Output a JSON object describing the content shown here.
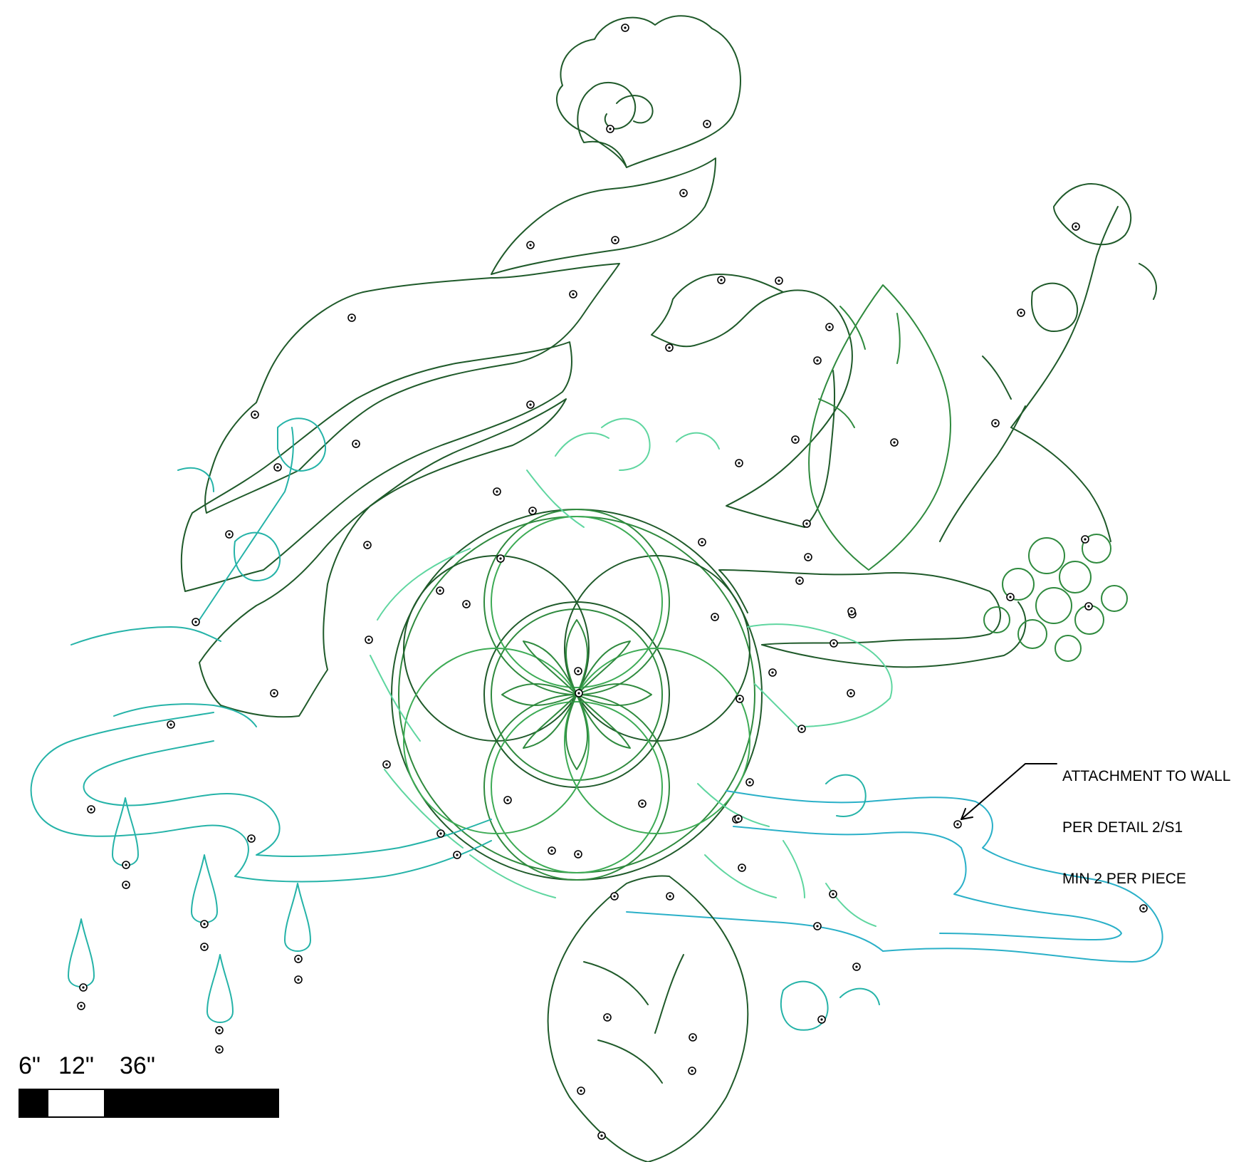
{
  "callout": {
    "lines": [
      "ATTACHMENT TO WALL",
      "PER DETAIL 2/S1",
      "MIN 2 PER PIECE"
    ]
  },
  "scale": {
    "labels": [
      "6\"",
      "12\"",
      "36\""
    ],
    "segments": [
      {
        "name": "scale-segment-6in",
        "fill": "#000000"
      },
      {
        "name": "scale-segment-12in",
        "fill": "#ffffff"
      },
      {
        "name": "scale-segment-36in",
        "fill": "#000000"
      }
    ]
  },
  "palette": {
    "dark_green": "#1f5a2a",
    "green": "#2f8a3e",
    "mid_green": "#3dab55",
    "mint": "#5fd6a0",
    "teal": "#25b3a8",
    "cyan": "#2ab0c8",
    "anchor": "#000000"
  }
}
